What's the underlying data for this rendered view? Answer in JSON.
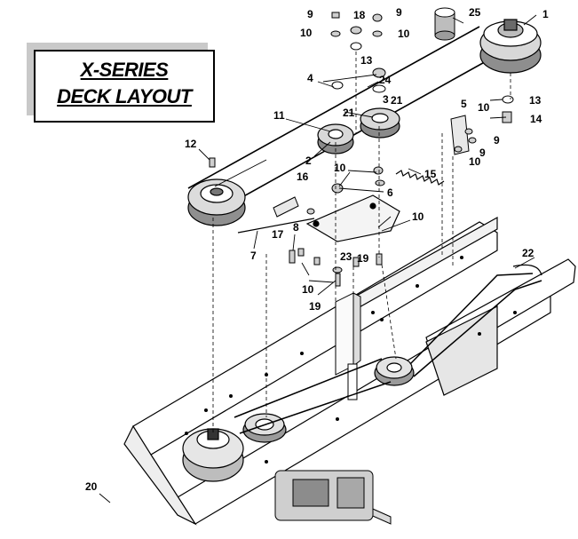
{
  "title": {
    "line1": "X-SERIES",
    "line2": "DECK LAYOUT"
  },
  "callouts": {
    "c1": "1",
    "c2": "2",
    "c3": "3",
    "c4": "4",
    "c5": "5",
    "c6": "6",
    "c7": "7",
    "c8": "8",
    "c9a": "9",
    "c9b": "9",
    "c9c": "9",
    "c9d": "9",
    "c10a": "10",
    "c10b": "10",
    "c10c": "10",
    "c10d": "10",
    "c10e": "10",
    "c10f": "10",
    "c10g": "10",
    "c11": "11",
    "c12": "12",
    "c13a": "13",
    "c13b": "13",
    "c14": "14",
    "c15": "15",
    "c16": "16",
    "c17": "17",
    "c18": "18",
    "c19a": "19",
    "c19b": "19",
    "c20": "20",
    "c21a": "21",
    "c21b": "21",
    "c22": "22",
    "c23": "23",
    "c24": "24",
    "c25": "25"
  }
}
